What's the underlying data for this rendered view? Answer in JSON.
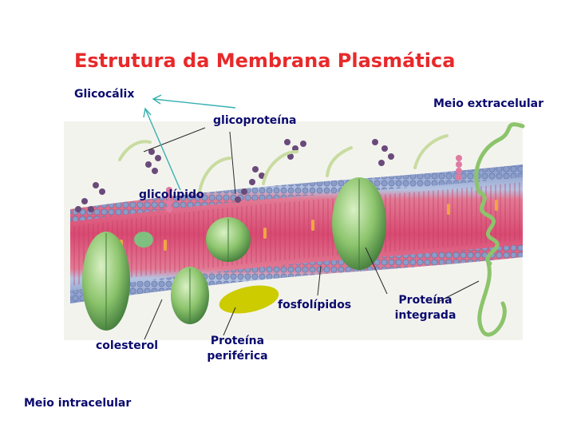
{
  "title": "Estrutura da Membrana Plasmática",
  "labels": {
    "glicocalix": "Glicocálix",
    "meio_extracelular": "Meio extracelular",
    "glicoproteina": "glicoproteína",
    "glicolipido": "glicolípido",
    "fosfolipidos": "fosfolípidos",
    "proteina_integrada_1": "Proteína",
    "proteina_integrada_2": "integrada",
    "colesterol": "colesterol",
    "proteina_periferica_1": "Proteína",
    "proteina_periferica_2": "periférica",
    "meio_intracelular": "Meio intracelular"
  },
  "colors": {
    "title": "#e8292a",
    "label": "#0a0a6e",
    "arrow": "#38b0b0",
    "peripheral_protein": "#cccc00",
    "protein_green": "#8cc46c",
    "membrane_pink": "#e0587a",
    "phospholipid_head": "#8a9cc8",
    "sugar_purple": "#6a4a7a"
  }
}
